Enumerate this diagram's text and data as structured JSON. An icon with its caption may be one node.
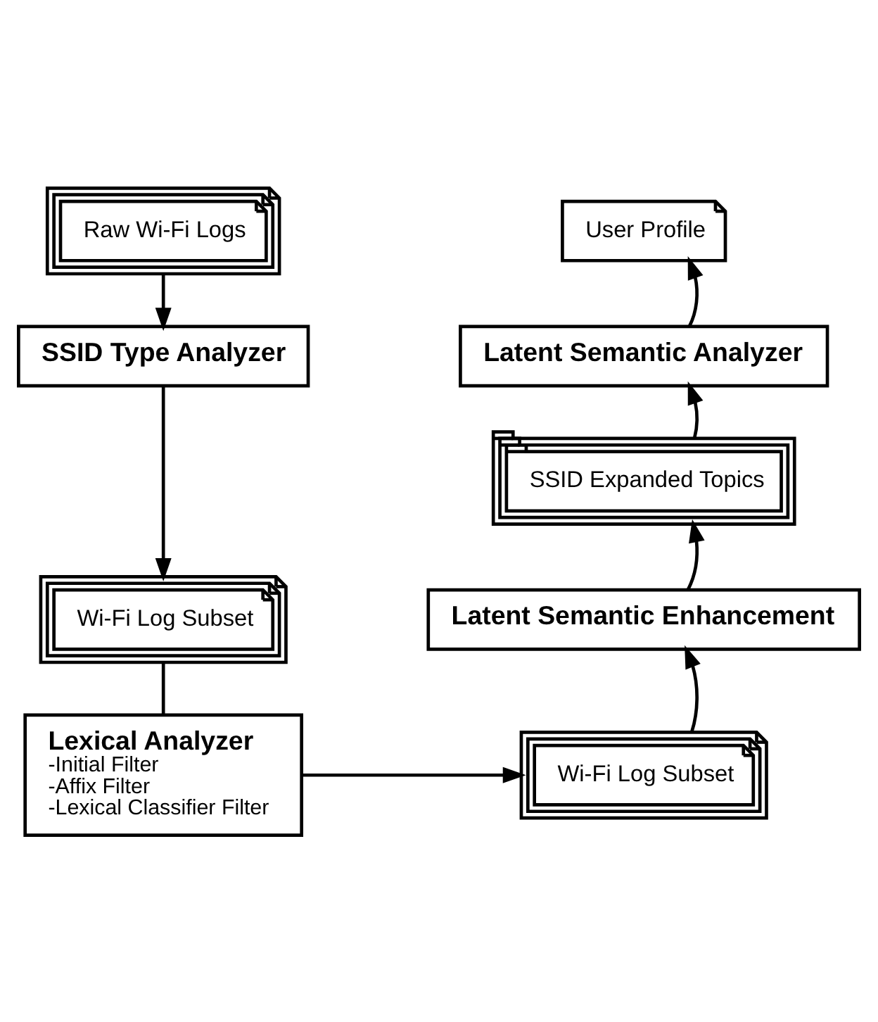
{
  "diagram": {
    "nodes": [
      {
        "text": [
          "Raw Wi-Fi Logs"
        ]
      },
      {
        "text": [
          "SSID Type Analyzer"
        ]
      },
      {
        "text": [
          "Wi-Fi Log Subset"
        ]
      },
      {
        "text": [
          "Lexical Analyzer",
          "-Initial Filter",
          "-Affix Filter",
          "-Lexical Classifier Filter"
        ]
      },
      {
        "text": [
          "Wi-Fi Log Subset"
        ]
      },
      {
        "text": [
          "Latent Semantic Enhancement"
        ]
      },
      {
        "text": [
          "SSID Expanded Topics"
        ]
      },
      {
        "text": [
          "Latent Semantic Analyzer"
        ]
      },
      {
        "text": [
          "User Profile"
        ]
      }
    ],
    "edges": [
      {
        "from": 0,
        "to": 1,
        "arrow": "to"
      },
      {
        "from": 1,
        "to": 2,
        "arrow": "to"
      },
      {
        "from": 2,
        "to": 3,
        "arrow": "none"
      },
      {
        "from": 3,
        "to": 4,
        "arrow": "to"
      },
      {
        "from": 4,
        "to": 5,
        "arrow": "to"
      },
      {
        "from": 5,
        "to": 6,
        "arrow": "to"
      },
      {
        "from": 6,
        "to": 7,
        "arrow": "to"
      },
      {
        "from": 7,
        "to": 8,
        "arrow": "to"
      }
    ]
  }
}
